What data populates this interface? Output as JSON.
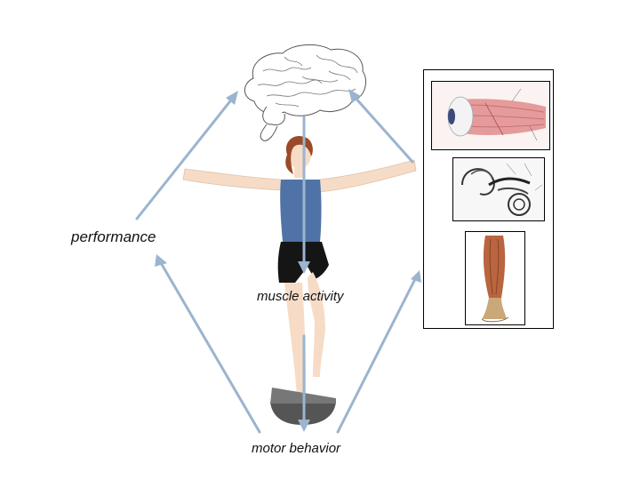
{
  "labels": {
    "performance": "performance",
    "muscle_activity": "muscle activity",
    "motor_behavior": "motor behavior"
  },
  "images": {
    "brain": "brain-illustration",
    "figure": "person-balancing-on-board",
    "eye": "eye-muscle-anatomy",
    "ear": "inner-ear-anatomy",
    "leg": "leg-muscle-anatomy"
  },
  "colors": {
    "arrow": "#9bb4cf",
    "shirt": "#4f73a6",
    "shorts": "#151515",
    "hair": "#9a4a26",
    "skin": "#f6dcc6",
    "board": "#555555"
  }
}
